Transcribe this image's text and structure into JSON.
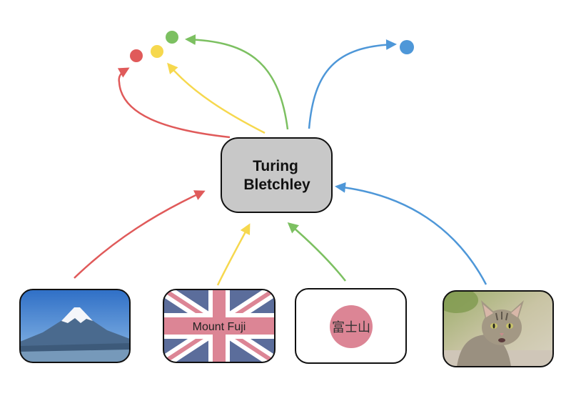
{
  "hub": {
    "line1": "Turing",
    "line2": "Bletchley",
    "fill": "#c8c8c8"
  },
  "inputs": [
    {
      "name": "mount-fuji-photo",
      "type": "photo"
    },
    {
      "name": "union-jack-card",
      "type": "flag",
      "label": "Mount Fuji"
    },
    {
      "name": "japan-flag-card",
      "type": "flag",
      "label": "富士山"
    },
    {
      "name": "cat-photo",
      "type": "photo"
    }
  ],
  "outputs": [
    {
      "name": "red-output-dot",
      "color": "#e05a5a"
    },
    {
      "name": "yellow-output-dot",
      "color": "#f6d84e"
    },
    {
      "name": "green-output-dot",
      "color": "#7cc061"
    },
    {
      "name": "blue-output-dot",
      "color": "#4e97d8"
    }
  ],
  "colors": {
    "red": "#e05a5a",
    "yellow": "#f6d84e",
    "green": "#7cc061",
    "blue": "#4e97d8",
    "pink": "#dc8595",
    "navy": "#5b6d9b"
  }
}
